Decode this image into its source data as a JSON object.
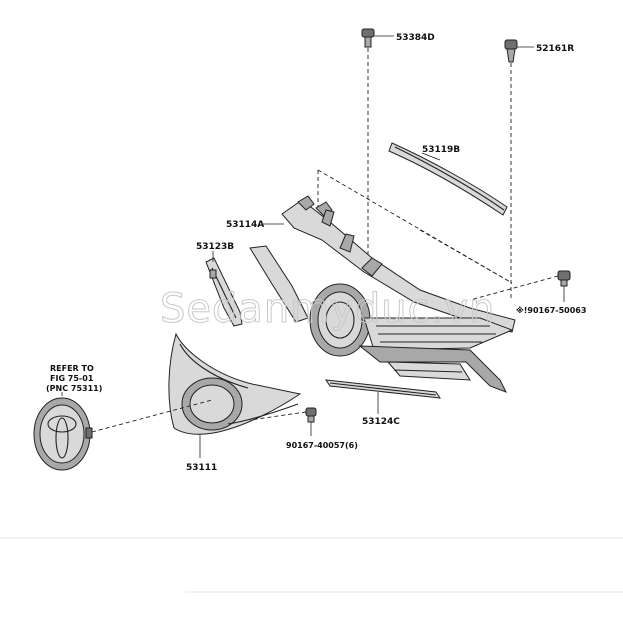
{
  "watermark": "Sedanmyduc.vn",
  "callouts": {
    "bolt_top": "53384D",
    "clip_top_right": "52161R",
    "upper_molding": "53119B",
    "grille_frame": "53114A",
    "side_bracket": "53123B",
    "clip_right": "※!90167-50063",
    "lower_molding": "53124C",
    "grille_panel": "53111",
    "clip_bottom": "90167-40057(6)"
  },
  "refer_note": {
    "line1": "REFER TO",
    "line2": "FIG 75-01",
    "line3": "(PNC 75311)"
  }
}
